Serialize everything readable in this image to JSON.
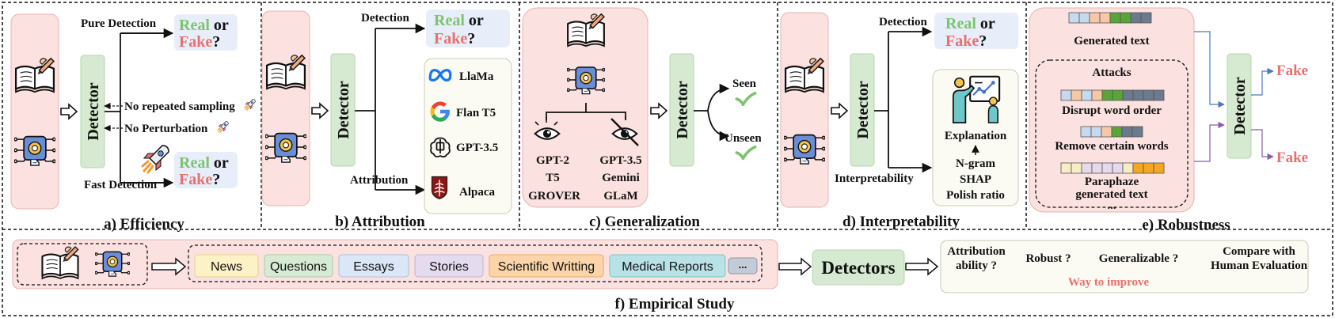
{
  "colors": {
    "real": "#7cc46e",
    "fake": "#e8706e",
    "detector_fill": "#d5ead0",
    "source_fill": "#fbe1df",
    "panel_fill": "#fbfbf3",
    "answer_fill": "#e7eef9",
    "improve_text": "#e8706e"
  },
  "answer": {
    "real": "Real",
    "or": " or",
    "fake": "Fake",
    "q": "?"
  },
  "detector_label": "Detector",
  "efficiency": {
    "pure_detection": "Pure Detection",
    "fast_detection": "Fast Detection",
    "no_repeated_sampling": "No repeated sampling",
    "no_perturbation": "No Perturbation",
    "caption": "a) Efficiency"
  },
  "attribution": {
    "detection": "Detection",
    "attribution": "Attribution",
    "models": [
      "LlaMa",
      "Flan T5",
      "GPT-3.5",
      "Alpaca"
    ],
    "caption": "b) Attribution"
  },
  "generalization": {
    "seen": "Seen",
    "unseen": "Unseen",
    "left_models": [
      "GPT-2",
      "T5",
      "GROVER"
    ],
    "right_models": [
      "GPT-3.5",
      "Gemini",
      "GLaM"
    ],
    "caption": "c) Generalization"
  },
  "interpretability": {
    "detection": "Detection",
    "interpretability": "Interpretability",
    "explanation": "Explanation",
    "methods": [
      "N-gram",
      "SHAP",
      "Polish ratio"
    ],
    "caption": "d) Interpretability"
  },
  "robustness": {
    "generated_text": "Generated text",
    "attacks": "Attacks",
    "disrupt": "Disrupt word order",
    "remove": "Remove certain words",
    "paraphrase_1": "Paraphaze",
    "paraphrase_2": "generated text",
    "ellipsis": "...",
    "fake": "Fake",
    "caption": "e) Robustness"
  },
  "empirical": {
    "domains": [
      "News",
      "Questions",
      "Essays",
      "Stories",
      "Scientific Writting",
      "Medical Reports",
      "..."
    ],
    "detectors": "Detectors",
    "attribution_q1": "Attribution",
    "attribution_q2": "ability ?",
    "robust_q": "Robust ?",
    "generalizable_q": "Generalizable ?",
    "compare_1": "Compare with",
    "compare_2": "Human Evaluation",
    "way_to_improve": "Way to improve",
    "caption": "f) Empirical Study"
  }
}
